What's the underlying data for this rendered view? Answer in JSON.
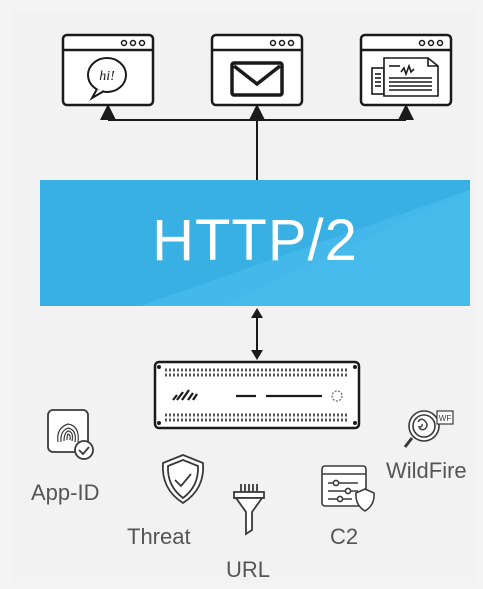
{
  "banner": {
    "label": "HTTP/2"
  },
  "top_windows": [
    {
      "name": "chat-window",
      "icon": "speech-bubble-icon",
      "icon_text": "hi!"
    },
    {
      "name": "email-window",
      "icon": "envelope-icon"
    },
    {
      "name": "news-window",
      "icon": "newspaper-icon"
    }
  ],
  "firewall": {
    "icon": "firewall-appliance-icon"
  },
  "services": [
    {
      "label": "App-ID",
      "icon": "fingerprint-check-icon"
    },
    {
      "label": "Threat",
      "icon": "shield-check-icon"
    },
    {
      "label": "URL",
      "icon": "filter-funnel-icon"
    },
    {
      "label": "C2",
      "icon": "settings-panel-shield-icon"
    },
    {
      "label": "WildFire",
      "icon": "wildfire-magnifier-icon",
      "badge_text": "WF"
    }
  ],
  "colors": {
    "banner_blue": "#3fb6e8",
    "banner_light": "#6cc7ee",
    "outline": "#1a1a1a",
    "label_gray": "#555555"
  }
}
